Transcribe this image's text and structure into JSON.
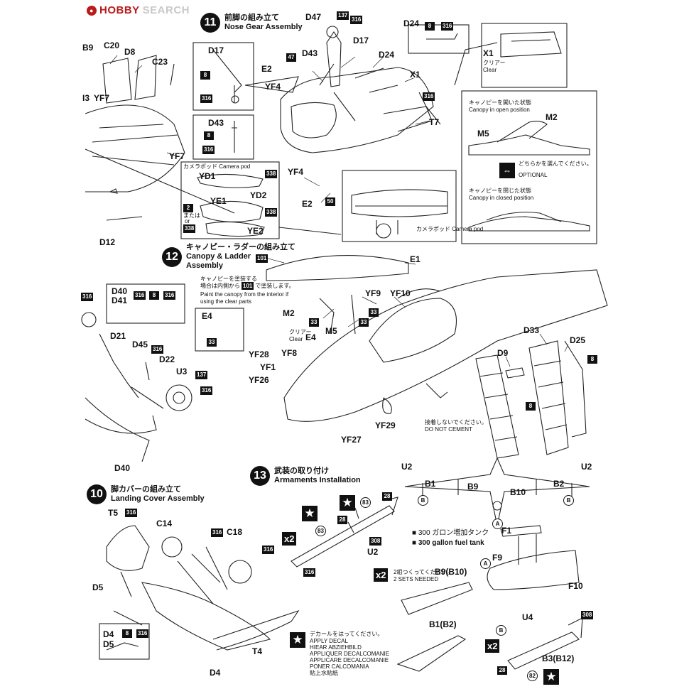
{
  "watermark": {
    "brand": "HOBBY",
    "site": "SEARCH"
  },
  "steps": [
    {
      "num": "11",
      "ja": "前脚の組み立て",
      "en": "Nose Gear Assembly"
    },
    {
      "num": "12",
      "ja": "キャノピー・ラダーの組み立て",
      "en": "Canopy & Ladder",
      "en2": "Assembly"
    },
    {
      "num": "10",
      "ja": "脚カバーの組み立て",
      "en": "Landing Cover Assembly"
    },
    {
      "num": "13",
      "ja": "武装の取り付け",
      "en": "Armaments Installation"
    }
  ],
  "notes": {
    "x1_clear_ja": "クリアー",
    "x1_clear_en": "Clear",
    "canopy_open_ja": "キャノピーを開いた状態",
    "canopy_open_en": "Canopy in open position",
    "optional_ja": "どちらかを選んでください。",
    "optional_en": "OPTIONAL",
    "canopy_closed_ja": "キャノピーを閉じた状態",
    "canopy_closed_en": "Canopy in closed position",
    "camera_pod_ja": "カメラポッド",
    "camera_pod_en": "Camera pod",
    "camera_pod_inset": "カメラポッド Camera pod",
    "or_ja": "または",
    "or_en": "or",
    "paint_canopy_ja1": "キャノピーを塗装する",
    "paint_canopy_ja2": "場合は内側から",
    "paint_canopy_ja3": "で塗装します。",
    "paint_canopy_en1": "Paint the canopy from the interior if",
    "paint_canopy_en2": "using the clear parts",
    "clear_ja": "クリアー",
    "clear_en": "Clear",
    "do_not_cement_ja": "接着しないでください。",
    "do_not_cement_en": "DO NOT CEMENT",
    "fuel_tank_ja": "300 ガロン増加タンク",
    "fuel_tank_en": "300 gallon fuel tank",
    "two_sets_ja": "2組つくってください。",
    "two_sets_en": "2 SETS NEEDED",
    "decal_ja": "デカールをはってください。",
    "decal_en": "APPLY DECAL",
    "decal_de": "HIEAR ABZIEHBILD",
    "decal_fr": "APPLIQUER DECALCOMANIE",
    "decal_it": "APPLICARE DECALCOMANIE",
    "decal_es": "PONER CALCOMANIA",
    "decal_cn": "貼上水貼紙"
  },
  "labels": {
    "B9_top": "B9",
    "C20": "C20",
    "D8": "D8",
    "C23": "C23",
    "YF7": "YF7",
    "I3": "I3",
    "YF7_b": "YF7",
    "D12": "D12",
    "D17": "D17",
    "D43": "D43",
    "D47": "D47",
    "D17_b": "D17",
    "D43_b": "D43",
    "D24": "D24",
    "D24_b": "D24",
    "E2": "E2",
    "YF4": "YF4",
    "X1": "X1",
    "X1_b": "X1",
    "T7": "T7",
    "M2": "M2",
    "M5": "M5",
    "YD1": "YD1",
    "YD2": "YD2",
    "YE1": "YE1",
    "YE2": "YE2",
    "YF4_b": "YF4",
    "E2_b": "E2",
    "E1": "E1",
    "YF9": "YF9",
    "YF10": "YF10",
    "M2_b": "M2",
    "M5_b": "M5",
    "E4": "E4",
    "E4_b": "E4",
    "D40": "D40",
    "D41": "D41",
    "D21": "D21",
    "D45": "D45",
    "D22": "D22",
    "U3": "U3",
    "D40_b": "D40",
    "YF28": "YF28",
    "YF8": "YF8",
    "YF1": "YF1",
    "YF26": "YF26",
    "YF27": "YF27",
    "YF29": "YF29",
    "D33": "D33",
    "D25": "D25",
    "D9": "D9",
    "T5": "T5",
    "C14": "C14",
    "C18": "C18",
    "D5": "D5",
    "D4": "D4",
    "D5_b": "D5",
    "D4_b": "D4",
    "T4": "T4",
    "U2": "U2",
    "U2_b": "U2",
    "U2_c": "U2",
    "B1": "B1",
    "B9": "B9",
    "B10": "B10",
    "B2": "B2",
    "F1": "F1",
    "F9": "F9",
    "F10": "F10",
    "B9B10": "B9(B10)",
    "B1B2": "B1(B2)",
    "U4": "U4",
    "B3B12": "B3(B12)"
  },
  "colors": {
    "b137": "137",
    "b316": "316",
    "b8": "8",
    "b47": "47",
    "b338": "338",
    "b2": "2",
    "b50": "50",
    "b101": "101",
    "b33": "33",
    "b28": "28",
    "b308": "308",
    "b83": "83",
    "b82": "82"
  },
  "markers": {
    "A": "A",
    "B": "B",
    "x2": "x2",
    "star": "★"
  }
}
